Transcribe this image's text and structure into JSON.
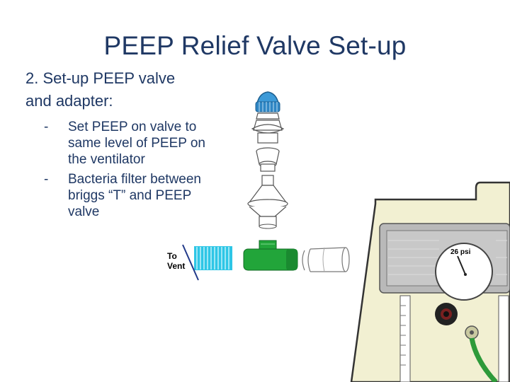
{
  "slide": {
    "title": "PEEP Relief Valve Set-up",
    "step_line1": "2. Set-up PEEP valve",
    "step_line2": "and adapter:",
    "bullets": [
      {
        "dash": "-",
        "text": "Set PEEP on valve to same level of PEEP on the ventilator"
      },
      {
        "dash": "-",
        "text": "Bacteria filter between briggs “T” and PEEP valve"
      }
    ]
  },
  "diagram": {
    "to_vent_line1": "To",
    "to_vent_line2": "Vent",
    "gauge_label": "26 psi",
    "colors": {
      "title_text": "#1f3864",
      "peep_cap": "#3c9ad8",
      "tubing": "#2ec6e6",
      "briggs_t": "#22a53a",
      "panel": "#f2f0d2",
      "hose": "#2e9a3a"
    }
  }
}
